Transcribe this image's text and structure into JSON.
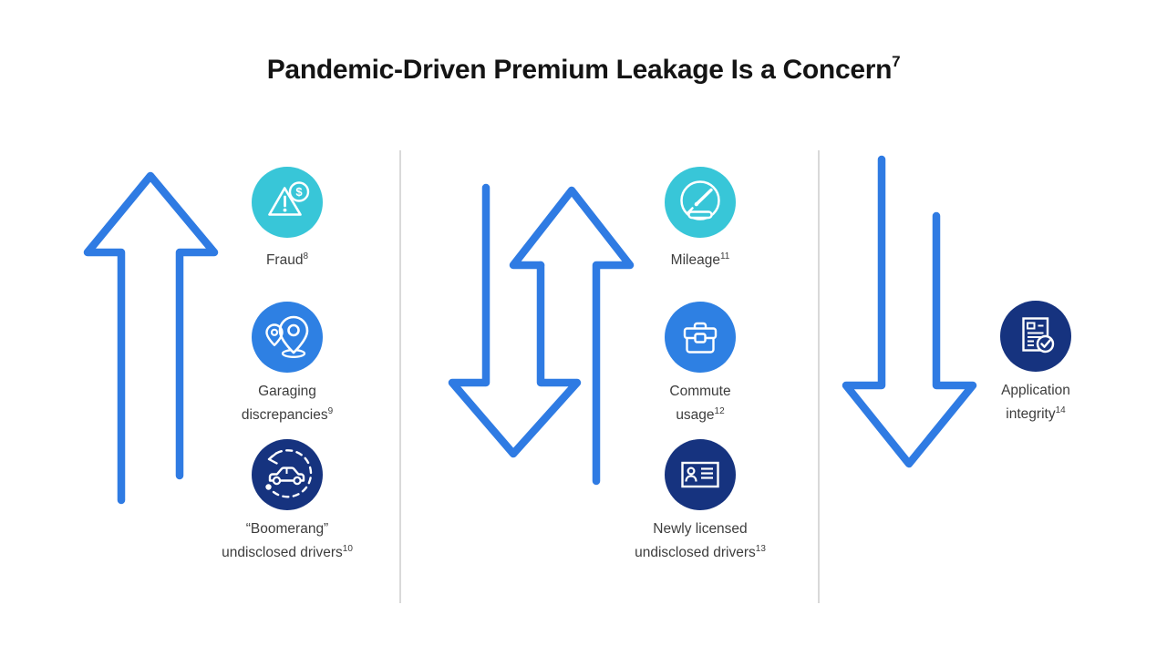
{
  "slide": {
    "title": {
      "text": "Pandemic-Driven Premium Leakage Is a Concern",
      "sup": "7"
    },
    "colors": {
      "teal": "#38C6D8",
      "blue": "#2E80E3",
      "navy": "#16337F",
      "arrow": "#2F7BE3",
      "divider": "#C9C9C9",
      "label_text": "#3D3D3D",
      "title_text": "#141414"
    },
    "columns": [
      {
        "trend": "up",
        "items": [
          {
            "icon": "fraud-warning-dollar-icon",
            "color": "teal",
            "lines": [
              {
                "text": "Fraud",
                "sup": "8"
              }
            ]
          },
          {
            "icon": "garaging-location-pins-icon",
            "color": "blue",
            "lines": [
              {
                "text": "Garaging"
              },
              {
                "text": "discrepancies",
                "sup": "9"
              }
            ]
          },
          {
            "icon": "boomerang-car-icon",
            "color": "navy",
            "lines": [
              {
                "text": "“Boomerang”"
              },
              {
                "text": "undisclosed drivers",
                "sup": "10"
              }
            ]
          }
        ]
      },
      {
        "trend": "down-and-up",
        "items": [
          {
            "icon": "mileage-speedometer-icon",
            "color": "teal",
            "lines": [
              {
                "text": "Mileage",
                "sup": "11"
              }
            ]
          },
          {
            "icon": "commute-briefcase-icon",
            "color": "blue",
            "lines": [
              {
                "text": "Commute"
              },
              {
                "text": "usage",
                "sup": "12"
              }
            ]
          },
          {
            "icon": "newly-licensed-id-card-icon",
            "color": "navy",
            "lines": [
              {
                "text": "Newly licensed"
              },
              {
                "text": "undisclosed drivers",
                "sup": "13"
              }
            ]
          }
        ]
      },
      {
        "trend": "down",
        "items": [
          {
            "icon": "application-integrity-document-check-icon",
            "color": "navy",
            "lines": [
              {
                "text": "Application"
              },
              {
                "text": "integrity",
                "sup": "14"
              }
            ]
          }
        ]
      }
    ],
    "dollar_glyph": "$"
  }
}
